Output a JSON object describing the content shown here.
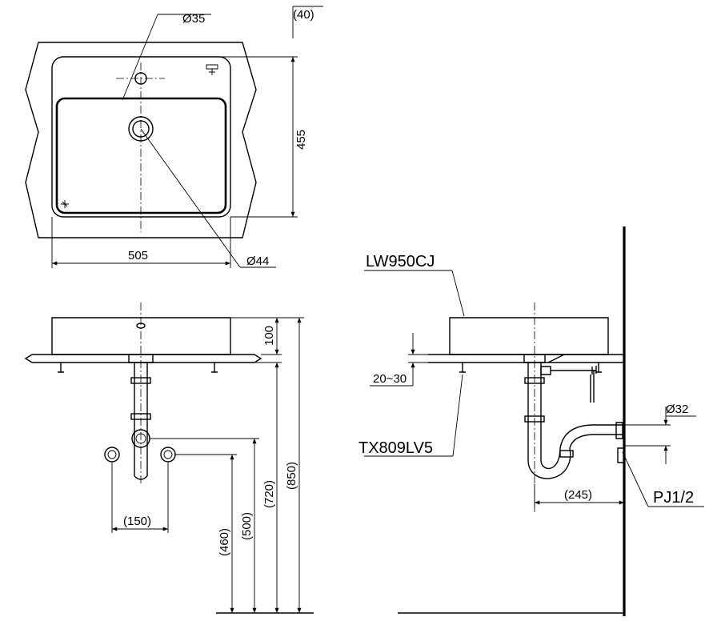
{
  "top_view": {
    "hole_diameter": "Ø35",
    "overflow_offset": "(40)",
    "depth": "455",
    "width": "505",
    "drain_diameter": "Ø44"
  },
  "front_view": {
    "rim_height": "100",
    "spacing": "(150)",
    "dim_460": "(460)",
    "dim_500": "(500)",
    "dim_720": "(720)",
    "dim_850": "(850)"
  },
  "side_view": {
    "model": "LW950CJ",
    "counter_range": "20~30",
    "fixing_kit": "TX809LV5",
    "pipe_diameter": "Ø32",
    "wall_offset": "(245)",
    "trap": "PJ1/2"
  }
}
